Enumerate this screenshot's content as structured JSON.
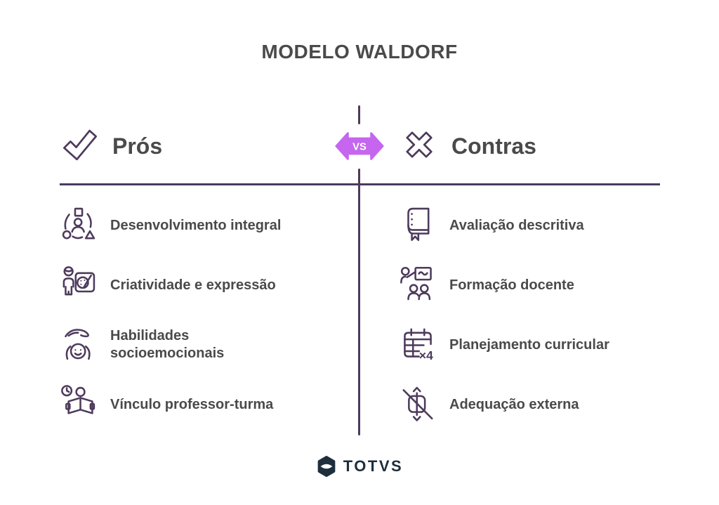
{
  "title": "MODELO WALDORF",
  "vs_badge": {
    "label": "VS"
  },
  "pros": {
    "header": "Prós",
    "items": [
      {
        "icon": "holistic-development-icon",
        "label": "Desenvolvimento integral"
      },
      {
        "icon": "creativity-expression-icon",
        "label": "Criatividade e expressão"
      },
      {
        "icon": "socioemotional-skills-icon",
        "label": "Habilidades socioemocionais"
      },
      {
        "icon": "teacher-class-bond-icon",
        "label": "Vínculo professor-turma"
      }
    ]
  },
  "cons": {
    "header": "Contras",
    "items": [
      {
        "icon": "descriptive-assessment-icon",
        "label": "Avaliação descritiva"
      },
      {
        "icon": "teacher-training-icon",
        "label": "Formação docente"
      },
      {
        "icon": "curriculum-planning-icon",
        "label": "Planejamento curricular",
        "icon_text": "×4"
      },
      {
        "icon": "external-adequacy-icon",
        "label": "Adequação externa"
      }
    ]
  },
  "footer": {
    "brand": "TOTVS"
  },
  "colors": {
    "text_dark": "#4a4a4a",
    "icon_stroke": "#4d3a5c",
    "divider": "#4d3a5c",
    "accent_purple": "#c566ef",
    "brand_navy": "#1d2e3d",
    "background": "#ffffff"
  }
}
